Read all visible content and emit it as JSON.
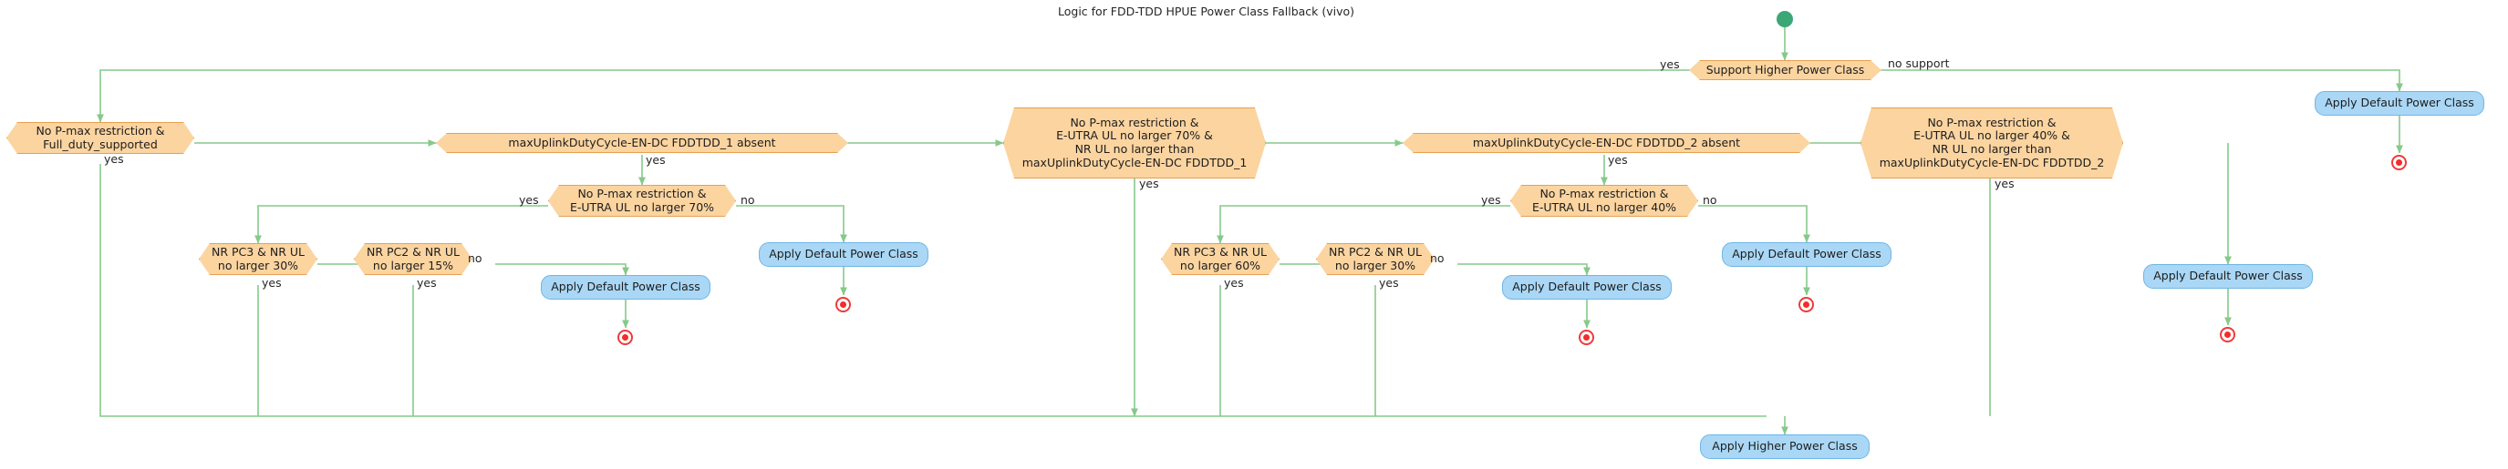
{
  "diagram": {
    "title": "Logic for FDD-TDD HPUE Power Class Fallback (vivo)",
    "type": "activity-flowchart",
    "colors": {
      "decision_fill": "#FBD4A0",
      "decision_stroke": "#E8A050",
      "action_fill": "#A9D7F5",
      "action_stroke": "#6FB6E5",
      "edge": "#86C98A",
      "start_node": "#3BA776",
      "end_node": "#F52B2B",
      "text": "#1d1d1d"
    }
  },
  "nodes": {
    "start": {
      "name": "start-node",
      "kind": "start"
    },
    "d_support": {
      "name": "decision-support-higher-power-class",
      "kind": "decision",
      "text": "Support Higher Power Class"
    },
    "d_fullduty": {
      "name": "decision-no-pmax-full-duty",
      "kind": "decision",
      "text": "No P-max restriction &\nFull_duty_supported"
    },
    "d_fddtdd1_absent": {
      "name": "decision-maxuplinkdutycycle-fddtdd1-absent",
      "kind": "decision",
      "text": "maxUplinkDutyCycle-EN-DC FDDTDD_1 absent"
    },
    "d_eutra70": {
      "name": "decision-no-pmax-eutra-70",
      "kind": "decision",
      "text": "No P-max restriction &\nE-UTRA UL no larger 70%"
    },
    "d_pc3_30": {
      "name": "decision-nr-pc3-nr-ul-30",
      "kind": "decision",
      "text": "NR PC3 & NR UL\nno larger 30%"
    },
    "d_pc2_15": {
      "name": "decision-nr-pc2-nr-ul-15",
      "kind": "decision",
      "text": "NR PC2 & NR UL\nno larger 15%"
    },
    "d_big1": {
      "name": "decision-no-pmax-eutra70-nrul-fddtdd1",
      "kind": "decision",
      "text": "No P-max restriction &\nE-UTRA UL no larger 70% &\nNR UL no larger than\nmaxUplinkDutyCycle-EN-DC FDDTDD_1"
    },
    "d_fddtdd2_absent": {
      "name": "decision-maxuplinkdutycycle-fddtdd2-absent",
      "kind": "decision",
      "text": "maxUplinkDutyCycle-EN-DC FDDTDD_2 absent"
    },
    "d_eutra40": {
      "name": "decision-no-pmax-eutra-40",
      "kind": "decision",
      "text": "No P-max restriction &\nE-UTRA UL no larger 40%"
    },
    "d_pc3_60": {
      "name": "decision-nr-pc3-nr-ul-60",
      "kind": "decision",
      "text": "NR PC3 & NR UL\nno larger 60%"
    },
    "d_pc2_30": {
      "name": "decision-nr-pc2-nr-ul-30",
      "kind": "decision",
      "text": "NR PC2 & NR UL\nno larger 30%"
    },
    "d_big2": {
      "name": "decision-no-pmax-eutra40-nrul-fddtdd2",
      "kind": "decision",
      "text": "No P-max restriction &\nE-UTRA UL no larger 40% &\nNR UL no larger than\nmaxUplinkDutyCycle-EN-DC FDDTDD_2"
    },
    "a_def_nosupport": {
      "name": "action-apply-default-power-class-no-support",
      "kind": "action",
      "text": "Apply Default Power Class"
    },
    "a_def_70no": {
      "name": "action-apply-default-power-class-eutra70-no",
      "kind": "action",
      "text": "Apply Default Power Class"
    },
    "a_def_pc2_15no": {
      "name": "action-apply-default-power-class-pc2-15-no",
      "kind": "action",
      "text": "Apply Default Power Class"
    },
    "a_def_40no": {
      "name": "action-apply-default-power-class-eutra40-no",
      "kind": "action",
      "text": "Apply Default Power Class"
    },
    "a_def_pc2_30no": {
      "name": "action-apply-default-power-class-pc2-30-no",
      "kind": "action",
      "text": "Apply Default Power Class"
    },
    "a_def_big2no": {
      "name": "action-apply-default-power-class-big2-no",
      "kind": "action",
      "text": "Apply Default Power Class"
    },
    "a_higher": {
      "name": "action-apply-higher-power-class",
      "kind": "action",
      "text": "Apply Higher Power Class"
    }
  },
  "edge_labels": {
    "support_yes": "yes",
    "support_no": "no support",
    "fullduty_yes": "yes",
    "fddtdd1_yes": "yes",
    "eutra70_yes": "yes",
    "eutra70_no": "no",
    "pc3_30_yes": "yes",
    "pc2_15_yes": "yes",
    "pc2_15_no": "no",
    "big1_yes": "yes",
    "fddtdd2_yes": "yes",
    "eutra40_yes": "yes",
    "eutra40_no": "no",
    "pc3_60_yes": "yes",
    "pc2_30_yes": "yes",
    "pc2_30_no": "no",
    "big2_yes": "yes"
  }
}
